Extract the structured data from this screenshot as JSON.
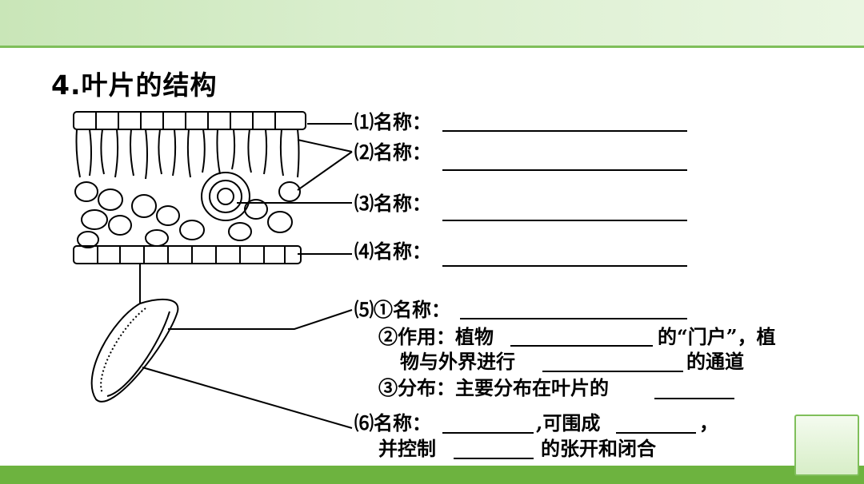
{
  "title": "4.叶片的结构",
  "labels": {
    "l1": "⑴名称：",
    "l2": "⑵名称：",
    "l3": "⑶名称：",
    "l4": "⑷名称：",
    "l5a": "⑸①名称：",
    "l5b_1": "②作用：植物",
    "l5b_2": "的“门户”，植",
    "l5c_1": "物与外界进行",
    "l5c_2": "的通道",
    "l5d": "③分布：主要分布在叶片的",
    "l6a_1": "⑹名称：",
    "l6a_2": ",可围成",
    "l6a_3": "，",
    "l6b_1": "并控制",
    "l6b_2": "的张开和闭合"
  },
  "icons": {
    "home": "home-icon"
  },
  "colors": {
    "band": "#6db33f",
    "top_band": "#d9eecd"
  }
}
